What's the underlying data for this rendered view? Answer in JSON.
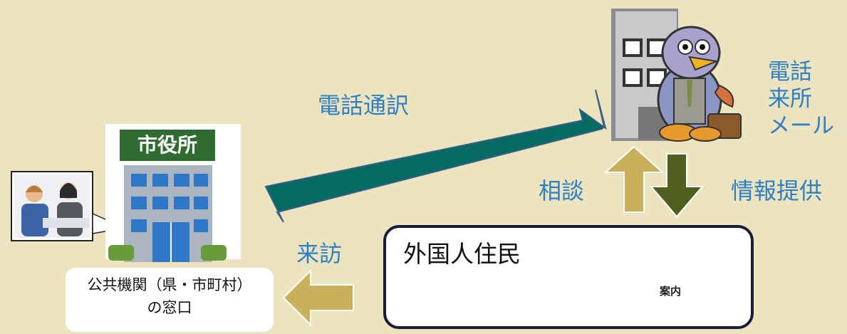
{
  "labels": {
    "phone_interpretation": "電話通訳",
    "contact_methods": [
      "電話",
      "来所",
      "メール"
    ],
    "consultation": "相談",
    "info_provision": "情報提供",
    "visit": "来訪"
  },
  "city_hall": {
    "sign": "市役所"
  },
  "office": {
    "line1": "公共機関（県・市町村）",
    "line2": "の窓口"
  },
  "residents": {
    "title": "外国人住民",
    "sign": "案内"
  },
  "colors": {
    "background": "#ece3bf",
    "teal_arrow": "#036b62",
    "gold_arrow": "#c8b15a",
    "olive_arrow": "#4e5e1e",
    "label_blue": "#2f7fc4"
  }
}
